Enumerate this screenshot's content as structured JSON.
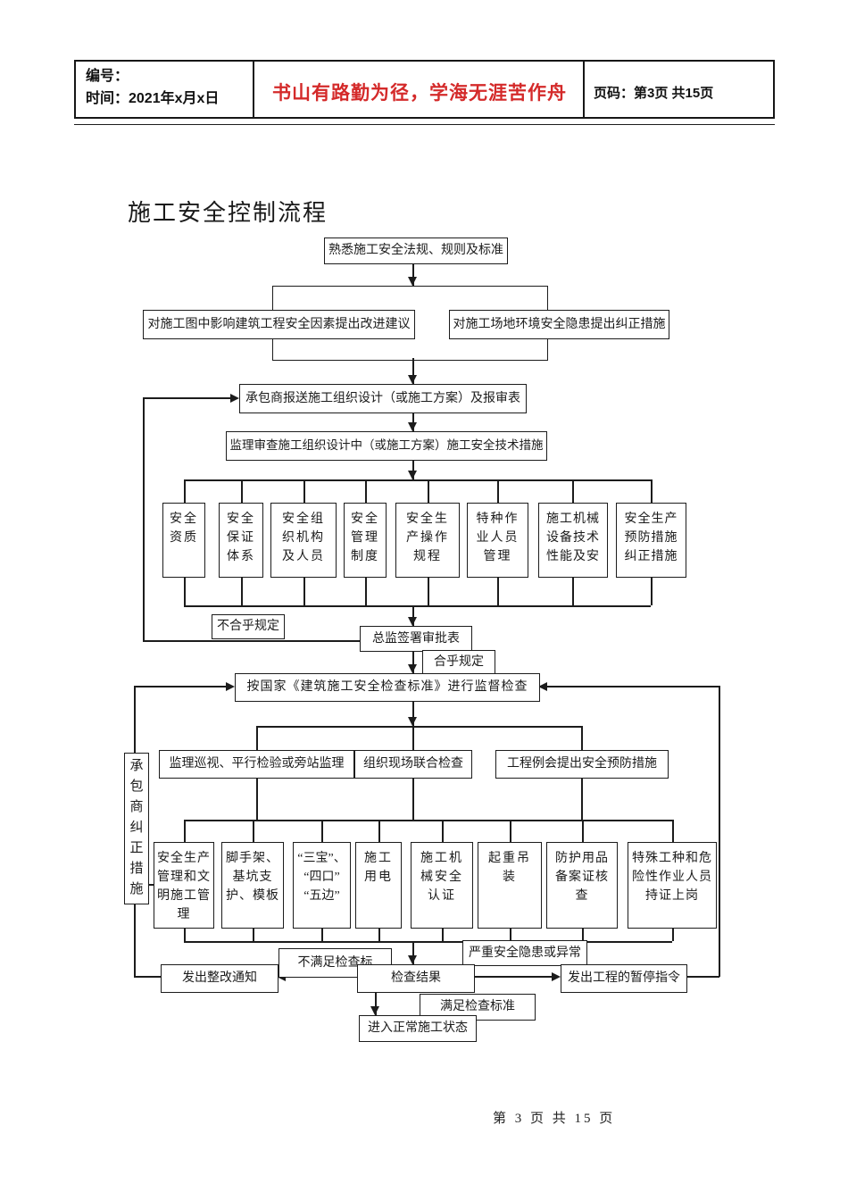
{
  "header": {
    "number_label": "编号：",
    "time_label": "时间：2021年x月x日",
    "slogan": "书山有路勤为径，学海无涯苦作舟",
    "page_label": "页码：第3页 共15页",
    "accent_color": "#d42a2a"
  },
  "title": "施工安全控制流程",
  "flow": {
    "n1": "熟悉施工安全法规、规则及标准",
    "n2a": "对施工图中影响建筑工程安全因素提出改进建议",
    "n2b": "对施工场地环境安全隐患提出纠正措施",
    "n3": "承包商报送施工组织设计（或施工方案）及报审表",
    "n4": "监理审查施工组织设计中（或施工方案）施工安全技术措施",
    "review_items": [
      "安全\n资质",
      "安全\n保证\n体系",
      "安全组\n织机构\n及人员",
      "安全\n管理\n制度",
      "安全生\n产操作\n规程",
      "特种作\n业人员\n管理",
      "施工机械\n设备技术\n性能及安",
      "安全生产\n预防措施\n纠正措施"
    ],
    "no_pass_label": "不合乎规定",
    "n5": "总监签署审批表",
    "pass_label": "合乎规定",
    "n6": "按国家《建筑施工安全检查标准》进行监督检查",
    "methods": [
      "监理巡视、平行检验或旁站监理",
      "组织现场联合检查",
      "工程例会提出安全预防措施"
    ],
    "contractor_side": "承\n包\n商\n纠\n正\n措\n施",
    "check_items": [
      "安全生产\n管理和文\n明施工管\n理",
      "脚手架、\n基坑支\n护、模板",
      "“三宝”、\n“四口”\n“五边”",
      "施工\n用电",
      "施工机\n械安全\n认证",
      "起重吊\n装",
      "防护用品\n备案证核\n查",
      "特殊工种和危\n险性作业人员\n持证上岗"
    ],
    "fail_label": "不满足检查标",
    "result": "检查结果",
    "severe_label": "严重安全隐患或异常",
    "rectify": "发出整改通知",
    "suspend": "发出工程的暂停指令",
    "meet_label": "满足检查标准",
    "normal_state": "进入正常施工状态"
  },
  "footer": {
    "page_text": "第 3 页 共 15 页"
  }
}
